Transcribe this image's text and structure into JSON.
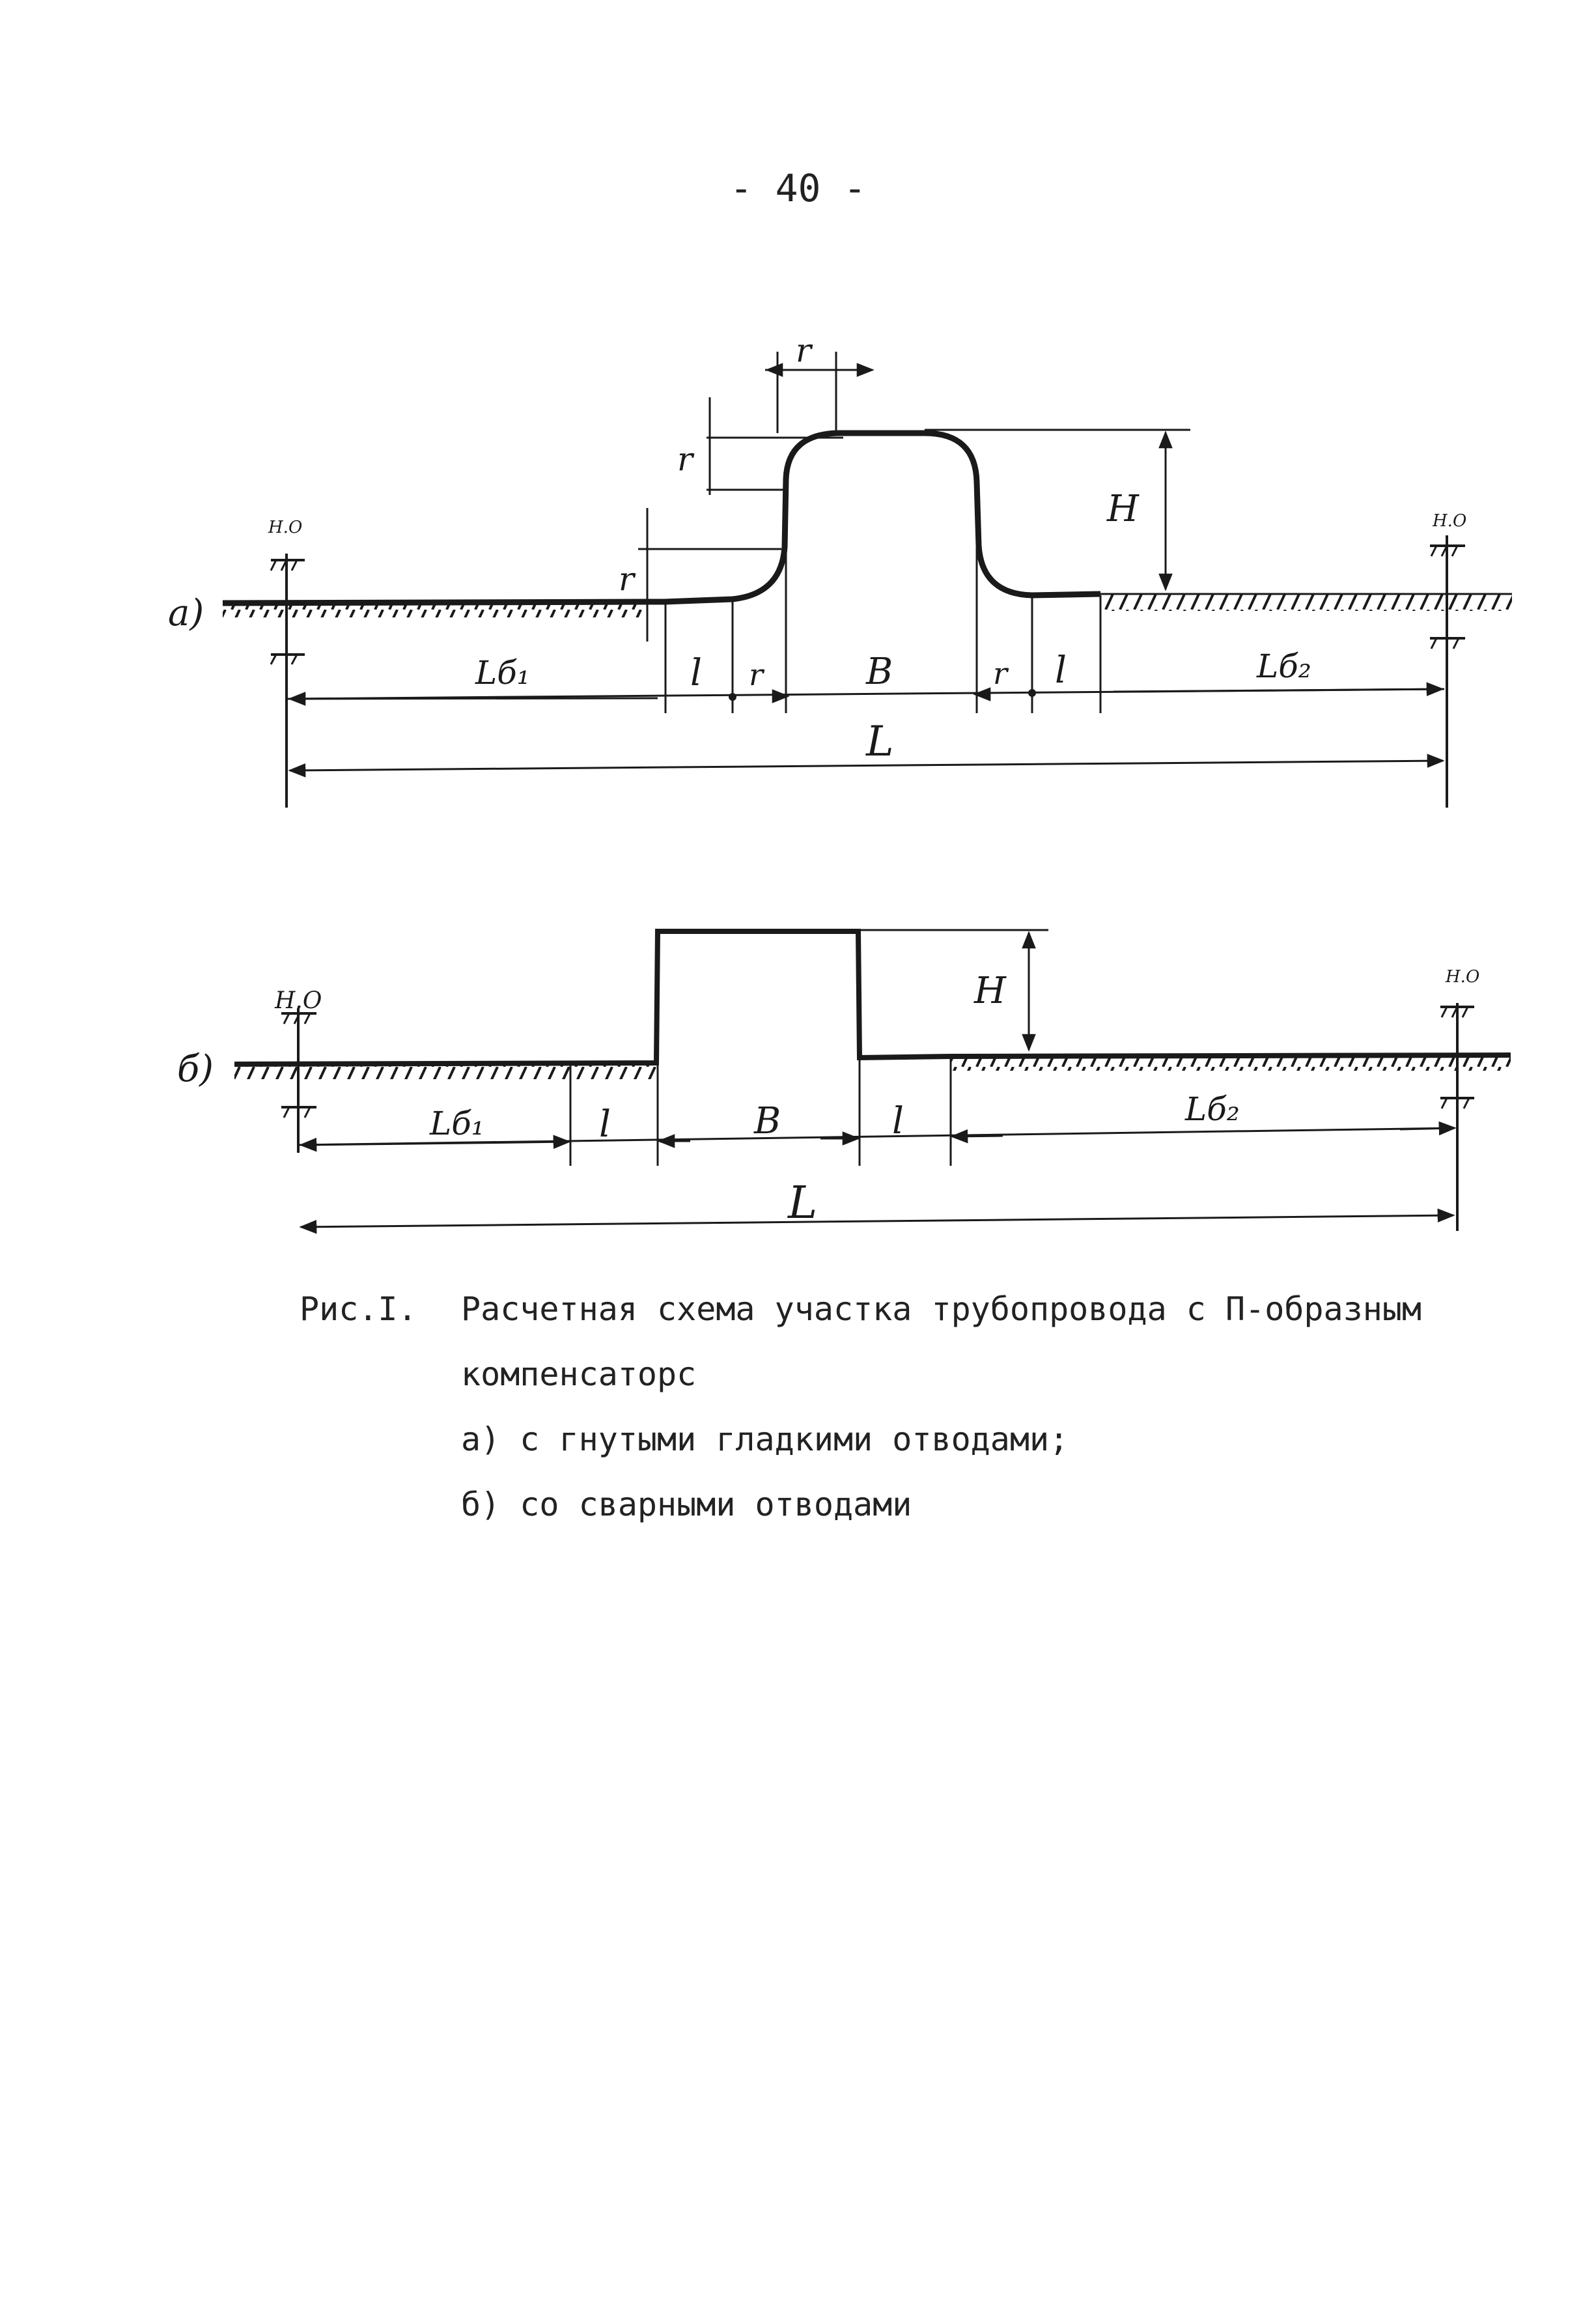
{
  "page": {
    "number": "- 40 -"
  },
  "figure_a": {
    "label": "а)",
    "fixed_support_left": "Н.О",
    "fixed_support_right": "Н.О",
    "dimensions": {
      "bend_radius_top": "r",
      "bend_radius_side": "r",
      "bend_radius_bottom": "r",
      "height": "H",
      "left_straight": "Lб₁",
      "left_l": "l",
      "left_r": "r",
      "width": "B",
      "right_r": "r",
      "right_l": "l",
      "right_straight": "Lб₂",
      "total_length": "L"
    }
  },
  "figure_b": {
    "label": "б)",
    "fixed_support_left": "Н.О",
    "fixed_support_right": "Н.О",
    "dimensions": {
      "height": "H",
      "left_straight": "Lб₁",
      "left_l": "l",
      "width": "B",
      "right_l": "l",
      "right_straight": "Lб₂",
      "total_length": "L"
    }
  },
  "caption": {
    "fig_label": "Рис.I.",
    "title_line1": "Расчетная схема участка трубопровода с П-образным",
    "title_line2": "компенсаторс",
    "item_a": "а) с гнутыми гладкими отводами;",
    "item_b": "б) со сварными отводами"
  }
}
